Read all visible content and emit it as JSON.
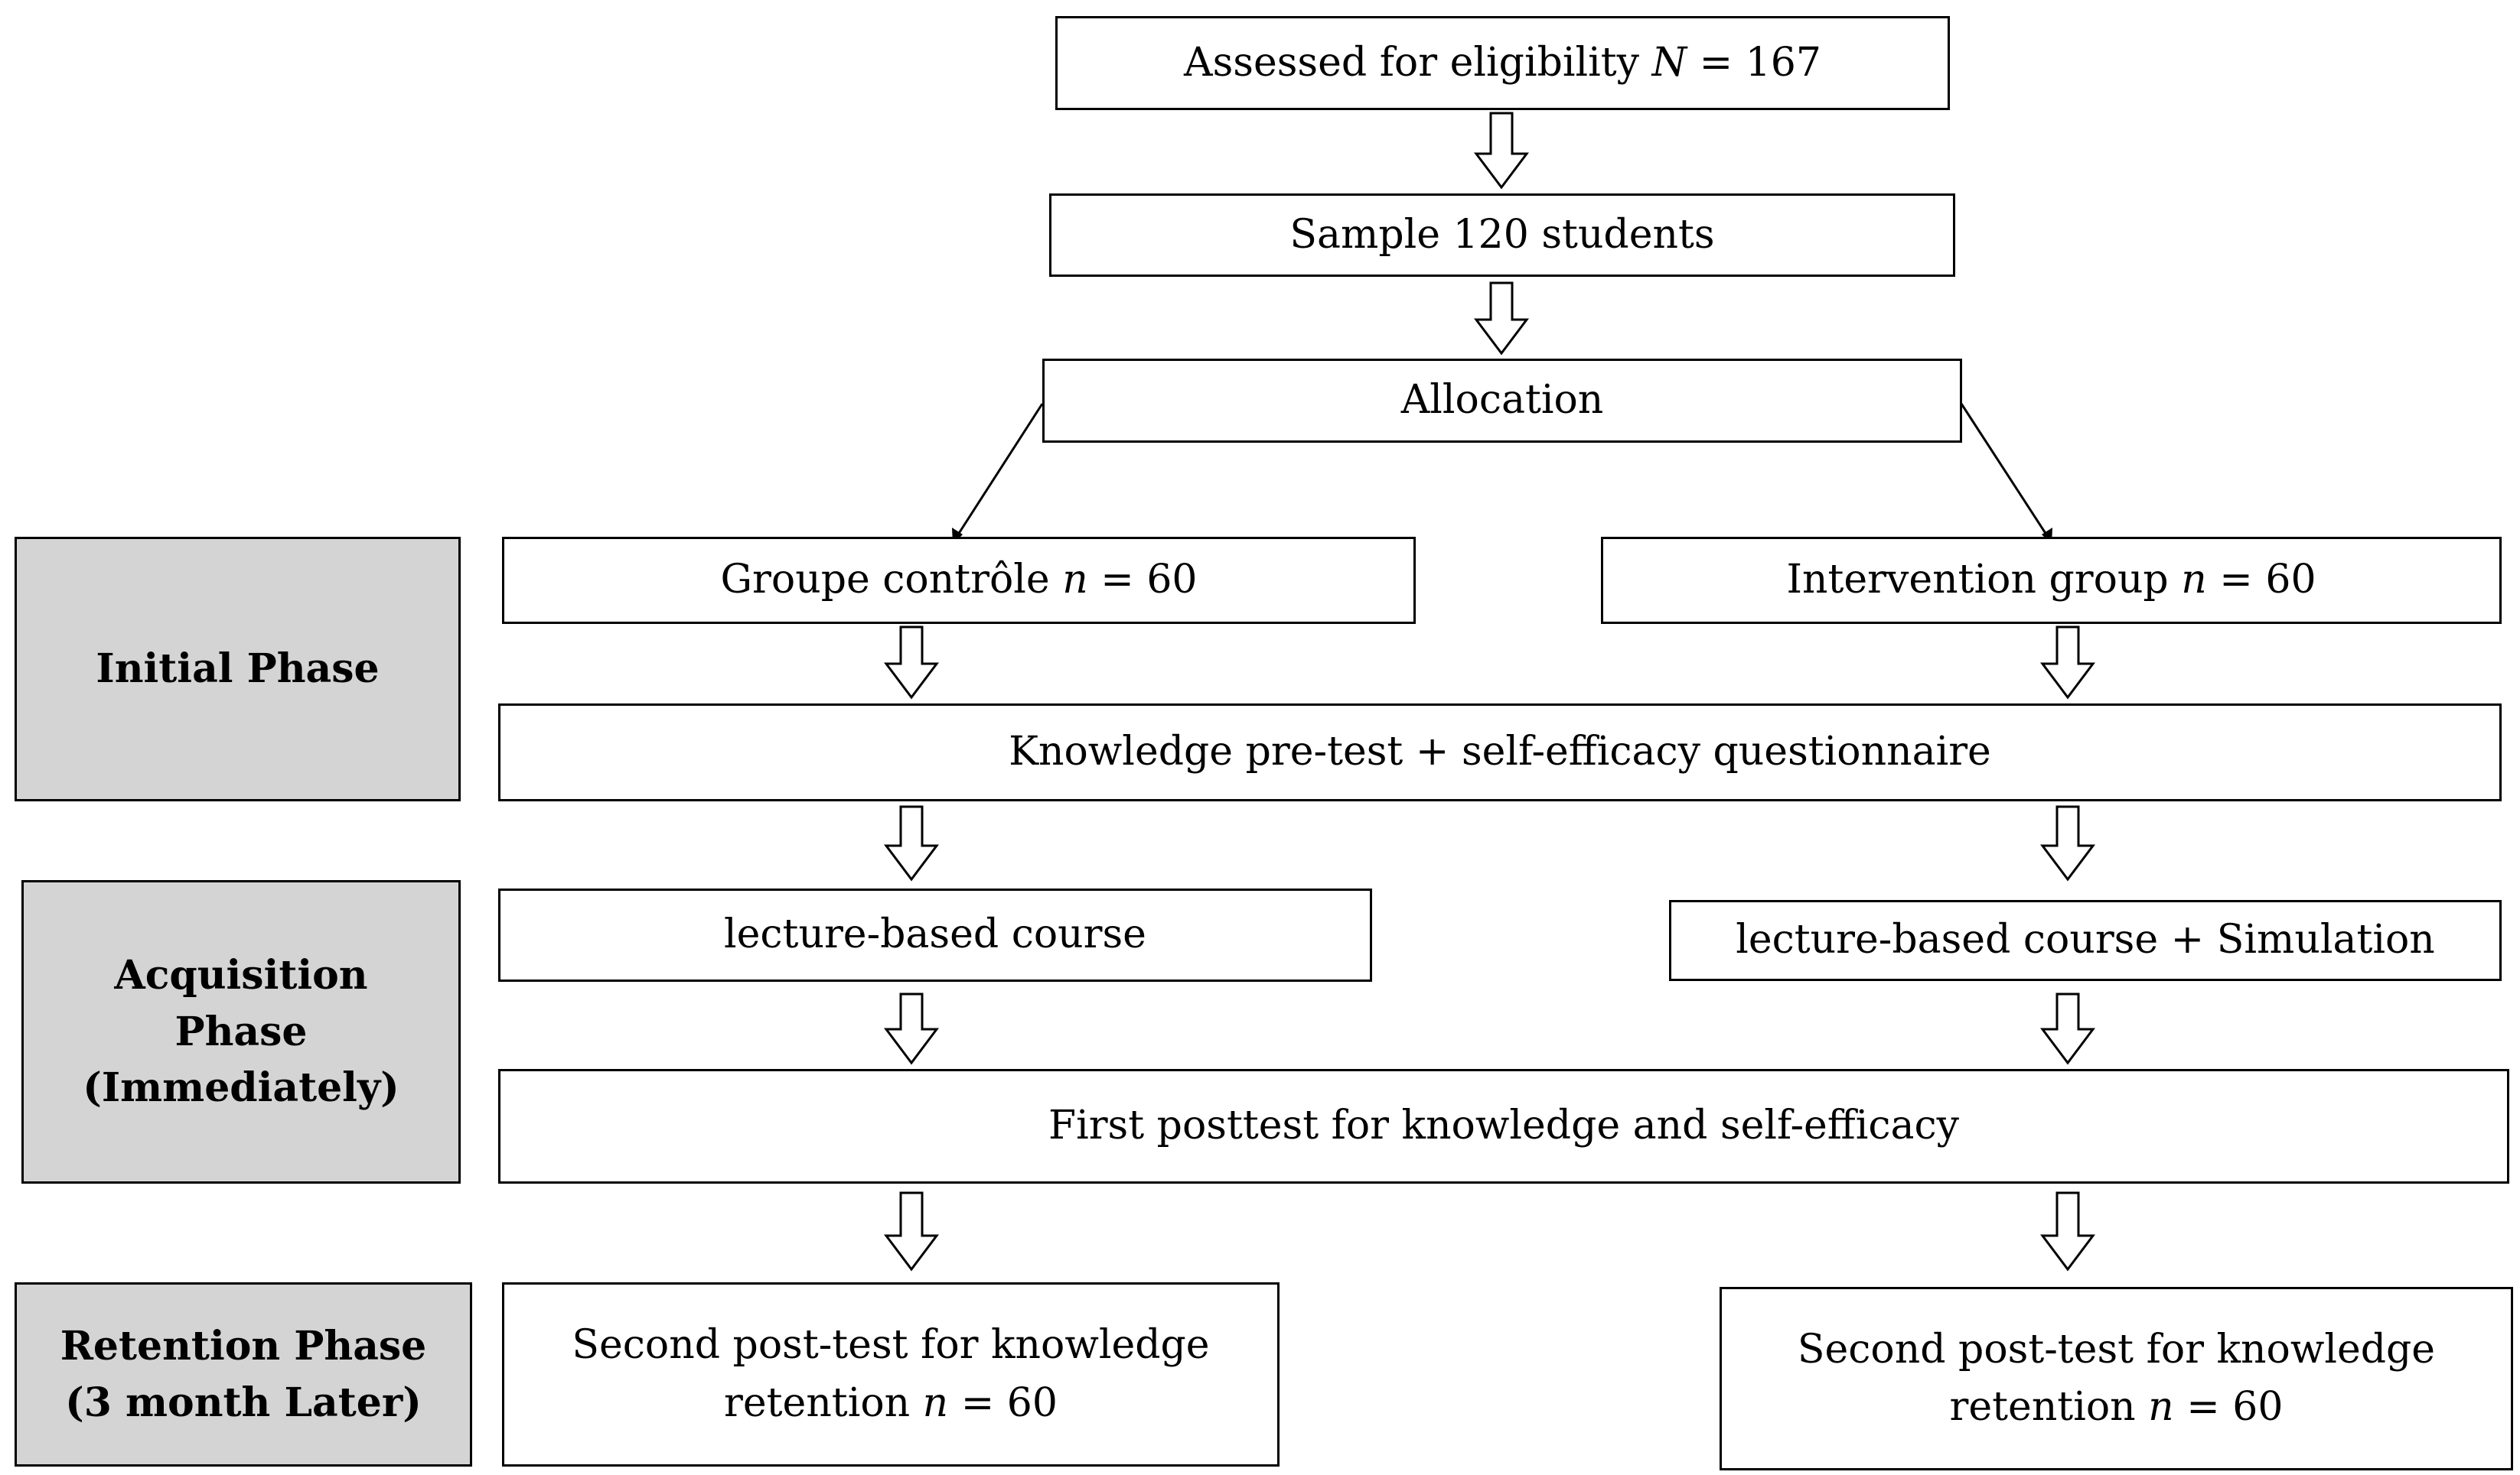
{
  "colors": {
    "stroke": "#000000",
    "phase_fill": "#d4d4d4",
    "box_fill": "#ffffff"
  },
  "boxes": {
    "assessed": {
      "label": "Assessed for eligibility",
      "var": "N",
      "rest": " = 167"
    },
    "sample": {
      "label": "Sample 120 students"
    },
    "allocation": {
      "label": "Allocation"
    },
    "control": {
      "label": "Groupe contrôle",
      "var": "n",
      "rest": " = 60"
    },
    "intervention": {
      "label": "Intervention group",
      "var": "n",
      "rest": " = 60"
    },
    "pretest": {
      "label": "Knowledge pre-test + self-efficacy questionnaire"
    },
    "lecture": {
      "label": "lecture-based course"
    },
    "lecture_sim": {
      "label": "lecture-based course + Simulation"
    },
    "first_posttest": {
      "label": "First posttest for knowledge and self-efficacy"
    },
    "second_left": {
      "line1": "Second post-test for knowledge",
      "line2": "retention",
      "var": "n",
      "rest": " = 60"
    },
    "second_right": {
      "line1": "Second post-test for knowledge",
      "line2": "retention",
      "var": "n",
      "rest": " = 60"
    }
  },
  "phases": {
    "initial": {
      "line1": "Initial Phase"
    },
    "acquisition": {
      "line1": "Acquisition",
      "line2": "Phase",
      "line3": "(Immediately)"
    },
    "retention": {
      "line1": "Retention Phase",
      "line2": "(3 month Later)"
    }
  }
}
